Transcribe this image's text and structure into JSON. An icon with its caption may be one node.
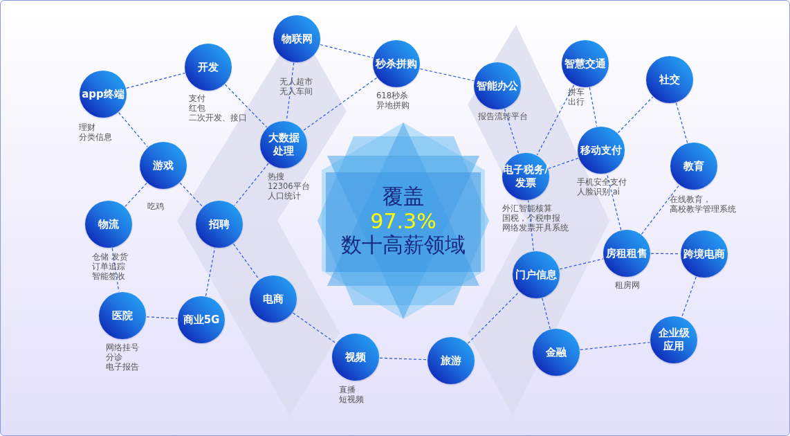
{
  "diagram": {
    "nodes": [
      {
        "text": [
          "app终端"
        ],
        "beside": [
          "理财",
          "分类信息"
        ]
      },
      {
        "text": [
          "开发"
        ],
        "beside": [
          "支付",
          "红包",
          "二次开发、接口"
        ]
      },
      {
        "text": [
          "物联网"
        ],
        "beside": [
          "无人超市",
          "无人车间"
        ]
      },
      {
        "text": [
          "秒杀拼购"
        ],
        "beside": [
          "618秒杀",
          "异地拼购"
        ]
      },
      {
        "text": [
          "智能办公"
        ],
        "beside": [
          "报告流转平台"
        ]
      },
      {
        "text": [
          "智慧交通"
        ],
        "beside": [
          "拼车",
          "出行"
        ]
      },
      {
        "text": [
          "社交"
        ]
      },
      {
        "text": [
          "大数据处理"
        ],
        "beside": [
          "热搜",
          "12306平台",
          "人口统计"
        ]
      },
      {
        "text": [
          "游戏"
        ],
        "beside": [
          "吃鸡"
        ]
      },
      {
        "text": [
          "移动支付"
        ],
        "beside": [
          "手机安全支付",
          "人脸识别 ai"
        ]
      },
      {
        "text": [
          "教育"
        ],
        "beside": [
          "在线教育，",
          "高校教学管理系统"
        ]
      },
      {
        "text": [
          "电子税务/发票"
        ],
        "beside": [
          "外汇智能核算",
          "国税，个税申报",
          "网络发票开具系统"
        ]
      },
      {
        "text": [
          "物流"
        ],
        "beside": [
          "仓储 发货",
          "订单追踪",
          "智能签收"
        ]
      },
      {
        "text": [
          "招聘"
        ]
      },
      {
        "text": [
          "房租租售"
        ],
        "beside": [
          "租房网"
        ]
      },
      {
        "text": [
          "跨境电商"
        ]
      },
      {
        "text": [
          "门户信息"
        ]
      },
      {
        "text": [
          "电商"
        ]
      },
      {
        "text": [
          "医院"
        ],
        "beside": [
          "网络挂号",
          "分诊",
          "电子报告"
        ]
      },
      {
        "text": [
          "商业5G"
        ]
      },
      {
        "text": [
          "企业级应用"
        ]
      },
      {
        "text": [
          "金融"
        ]
      },
      {
        "text": [
          "视频"
        ],
        "beside": [
          "直播",
          "短视频"
        ]
      },
      {
        "text": [
          "旅游"
        ]
      },
      {
        "text": [
          "覆盖",
          "97.3%",
          "数十高薪领域"
        ]
      }
    ],
    "edges": [
      {
        "from": 0,
        "to": 1,
        "arrow": "none",
        "style": "dashed"
      },
      {
        "from": 0,
        "to": 8,
        "arrow": "none",
        "style": "dashed"
      },
      {
        "from": 1,
        "to": 7,
        "arrow": "none",
        "style": "dashed"
      },
      {
        "from": 2,
        "to": 7,
        "arrow": "none",
        "style": "dashed"
      },
      {
        "from": 2,
        "to": 3,
        "arrow": "none",
        "style": "dashed"
      },
      {
        "from": 3,
        "to": 7,
        "arrow": "none",
        "style": "dashed"
      },
      {
        "from": 3,
        "to": 4,
        "arrow": "none",
        "style": "dashed"
      },
      {
        "from": 4,
        "to": 11,
        "arrow": "none",
        "style": "dashed"
      },
      {
        "from": 5,
        "to": 11,
        "arrow": "none",
        "style": "dashed"
      },
      {
        "from": 5,
        "to": 9,
        "arrow": "none",
        "style": "dashed"
      },
      {
        "from": 9,
        "to": 6,
        "arrow": "none",
        "style": "dashed"
      },
      {
        "from": 9,
        "to": 11,
        "arrow": "none",
        "style": "dashed"
      },
      {
        "from": 6,
        "to": 10,
        "arrow": "none",
        "style": "dashed"
      },
      {
        "from": 8,
        "to": 13,
        "arrow": "none",
        "style": "dashed"
      },
      {
        "from": 7,
        "to": 13,
        "arrow": "none",
        "style": "dashed"
      },
      {
        "from": 12,
        "to": 8,
        "arrow": "none",
        "style": "dashed"
      },
      {
        "from": 12,
        "to": 18,
        "arrow": "none",
        "style": "dashed"
      },
      {
        "from": 18,
        "to": 19,
        "arrow": "none",
        "style": "dashed"
      },
      {
        "from": 19,
        "to": 13,
        "arrow": "none",
        "style": "dashed"
      },
      {
        "from": 13,
        "to": 17,
        "arrow": "none",
        "style": "dashed"
      },
      {
        "from": 17,
        "to": 22,
        "arrow": "none",
        "style": "dashed"
      },
      {
        "from": 22,
        "to": 23,
        "arrow": "none",
        "style": "dashed"
      },
      {
        "from": 23,
        "to": 16,
        "arrow": "none",
        "style": "dashed"
      },
      {
        "from": 16,
        "to": 11,
        "arrow": "none",
        "style": "dashed"
      },
      {
        "from": 16,
        "to": 14,
        "arrow": "none",
        "style": "dashed"
      },
      {
        "from": 16,
        "to": 21,
        "arrow": "none",
        "style": "dashed"
      },
      {
        "from": 14,
        "to": 9,
        "arrow": "none",
        "style": "dashed"
      },
      {
        "from": 14,
        "to": 10,
        "arrow": "none",
        "style": "dashed"
      },
      {
        "from": 14,
        "to": 15,
        "arrow": "none",
        "style": "dashed"
      },
      {
        "from": 15,
        "to": 20,
        "arrow": "none",
        "style": "dashed"
      },
      {
        "from": 21,
        "to": 20,
        "arrow": "none",
        "style": "dashed"
      }
    ]
  }
}
